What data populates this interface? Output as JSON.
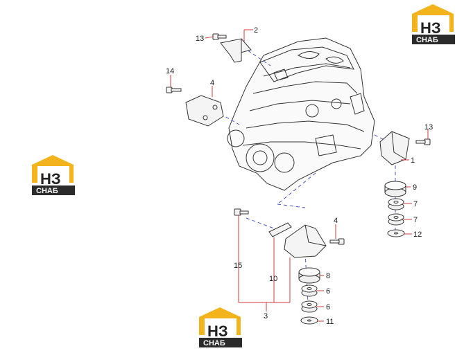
{
  "logo": {
    "letters": "HЗ",
    "subtitle": "СНАБ",
    "roof_color": "#f2b31c",
    "dark_color": "#2b2b2b"
  },
  "callouts": {
    "c1": "1",
    "c2": "2",
    "c3": "3",
    "c4a": "4",
    "c4b": "4",
    "c6a": "6",
    "c6b": "6",
    "c7a": "7",
    "c7b": "7",
    "c8": "8",
    "c9": "9",
    "c10": "10",
    "c11": "11",
    "c12": "12",
    "c13a": "13",
    "c13b": "13",
    "c14": "14",
    "c15": "15"
  },
  "colors": {
    "leader": "#d23a3a",
    "dash": "#4a55c8",
    "line": "#333333"
  }
}
